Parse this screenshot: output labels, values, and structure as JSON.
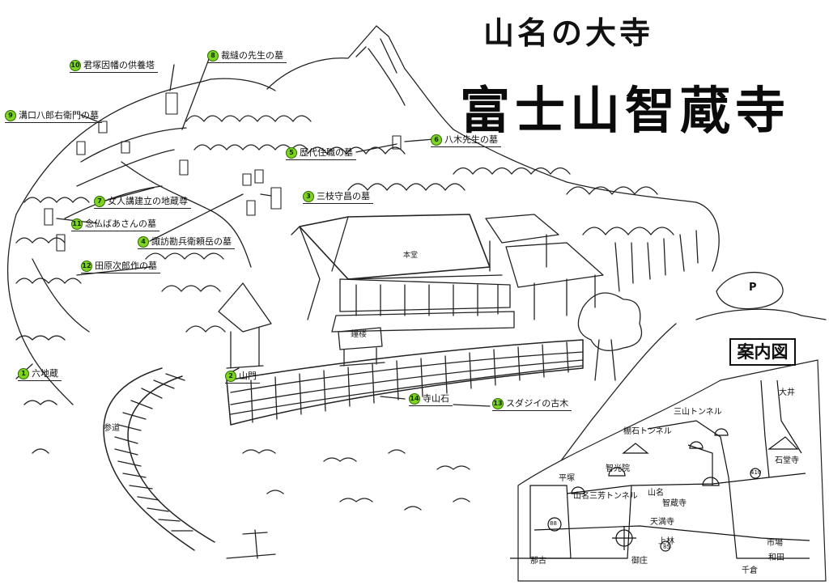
{
  "header": {
    "subtitle": "山名の大寺",
    "title": "富士山智蔵寺"
  },
  "legend": [
    {
      "num": "1",
      "label": "六地蔵"
    },
    {
      "num": "2",
      "label": "山門"
    },
    {
      "num": "3",
      "label": "三枝守昌の墓"
    },
    {
      "num": "4",
      "label": "諏訪勘兵衛頼岳の墓"
    },
    {
      "num": "5",
      "label": "歴代住職の墓"
    },
    {
      "num": "6",
      "label": "八木先生の墓"
    },
    {
      "num": "7",
      "label": "女人講建立の地蔵尊"
    },
    {
      "num": "8",
      "label": "裁縫の先生の墓"
    },
    {
      "num": "9",
      "label": "溝口八郎右衛門の墓"
    },
    {
      "num": "10",
      "label": "君塚因幡の供養塔"
    },
    {
      "num": "11",
      "label": "念仏ばあさんの墓"
    },
    {
      "num": "12",
      "label": "田原次郎作の墓"
    },
    {
      "num": "13",
      "label": "スダジイの古木"
    },
    {
      "num": "14",
      "label": "寺山石"
    }
  ],
  "places": {
    "hondo": "本堂",
    "shoro": "鐘楼",
    "sando": "参道",
    "parking": "P"
  },
  "inset": {
    "title": "案内図",
    "labels": {
      "oi": "大井",
      "miyama_tunnel": "三山トンネル",
      "tanaishi_tunnel": "棚石トンネル",
      "ishidoji": "石堂寺",
      "chikurin": "智光院",
      "chizoji": "智蔵寺",
      "yamana": "山名",
      "yamana_sanpou_tunnel": "山名三芳トンネル",
      "hiratsuka": "平塚",
      "route": "88",
      "tenmanji": "天満寺",
      "hayashi": "上林",
      "route2": "85",
      "route3": "410",
      "ichiba": "市場",
      "wada": "和田",
      "misaki": "御庄",
      "nagasa": "那古",
      "chikura": "千倉"
    }
  }
}
